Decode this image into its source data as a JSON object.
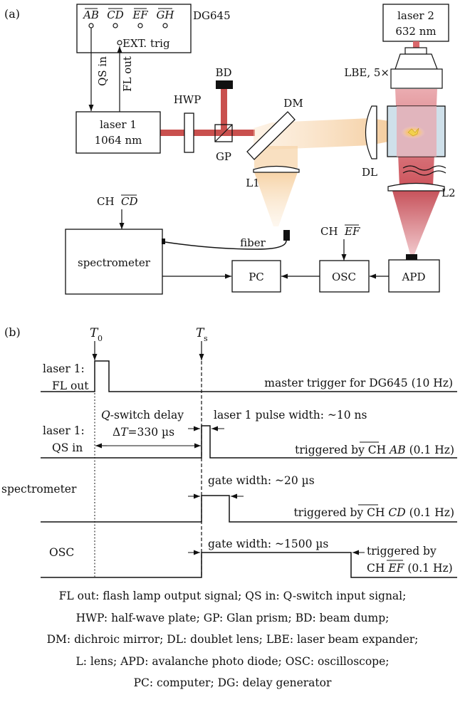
{
  "panel_a": {
    "label": "(a)",
    "dg": {
      "name": "DG645",
      "ch_ab": "AB",
      "ch_cd": "CD",
      "ch_ef": "EF",
      "ch_gh": "GH",
      "ext_trig": "EXT. trig"
    },
    "qs_in": "QS in",
    "fl_out": "FL out",
    "laser1": {
      "line1": "laser 1",
      "line2": "1064 nm"
    },
    "laser2": {
      "line1": "laser 2",
      "line2": "632 nm"
    },
    "hwp": "HWP",
    "bd": "BD",
    "gp": "GP",
    "dm": "DM",
    "lbe": "LBE, 5×",
    "l1": "L1",
    "dl": "DL",
    "l2": "L2",
    "ch_cd": {
      "prefix": "CH",
      "ch": "CD"
    },
    "ch_ef": {
      "prefix": "CH",
      "ch": "EF"
    },
    "spectrometer": "spectrometer",
    "fiber": "fiber",
    "pc": "PC",
    "osc": "OSC",
    "apd": "APD"
  },
  "panel_b": {
    "label": "(b)",
    "t0": {
      "main": "T",
      "sub": "0"
    },
    "ts": {
      "main": "T",
      "sub": "s"
    },
    "row_fl": {
      "line1": "laser 1:",
      "line2": "FL out",
      "desc": "master trigger for DG645 (10 Hz)"
    },
    "row_qs": {
      "line1": "laser 1:",
      "line2": "QS in",
      "pulse": "laser 1 pulse width: ~10 ns",
      "delay1_italic": "Q",
      "delay1_rest": "-switch delay",
      "delay2_pre": "Δ",
      "delay2_italic": "T",
      "delay2_rest": "=330 µs",
      "trig_pre": "triggered by CH ",
      "trig_ch": "AB",
      "trig_post": " (0.1 Hz)"
    },
    "row_spec": {
      "label": "spectrometer",
      "gate": "gate width: ~20 µs",
      "trig_pre": "triggered by CH ",
      "trig_ch": "CD",
      "trig_post": " (0.1 Hz)"
    },
    "row_osc": {
      "label": "OSC",
      "gate": "gate width: ~1500 µs",
      "trig_line1": "triggered by",
      "trig_pre": "CH ",
      "trig_ch": "EF",
      "trig_post": " (0.1 Hz)"
    }
  },
  "legend": [
    "FL out: flash lamp output signal; QS in: Q-switch input signal;",
    "HWP: half-wave plate; GP: Glan prism; BD: beam dump;",
    "DM: dichroic mirror; DL: doublet lens; LBE: laser beam expander;",
    "L: lens; APD: avalanche photo diode; OSC: oscilloscope;",
    "PC: computer; DG: delay generator"
  ],
  "colors": {
    "ir_beam": "#c9504e",
    "red_beam": "#d9676b",
    "plasma_glow": "#f3c88f",
    "line": "#111111"
  }
}
